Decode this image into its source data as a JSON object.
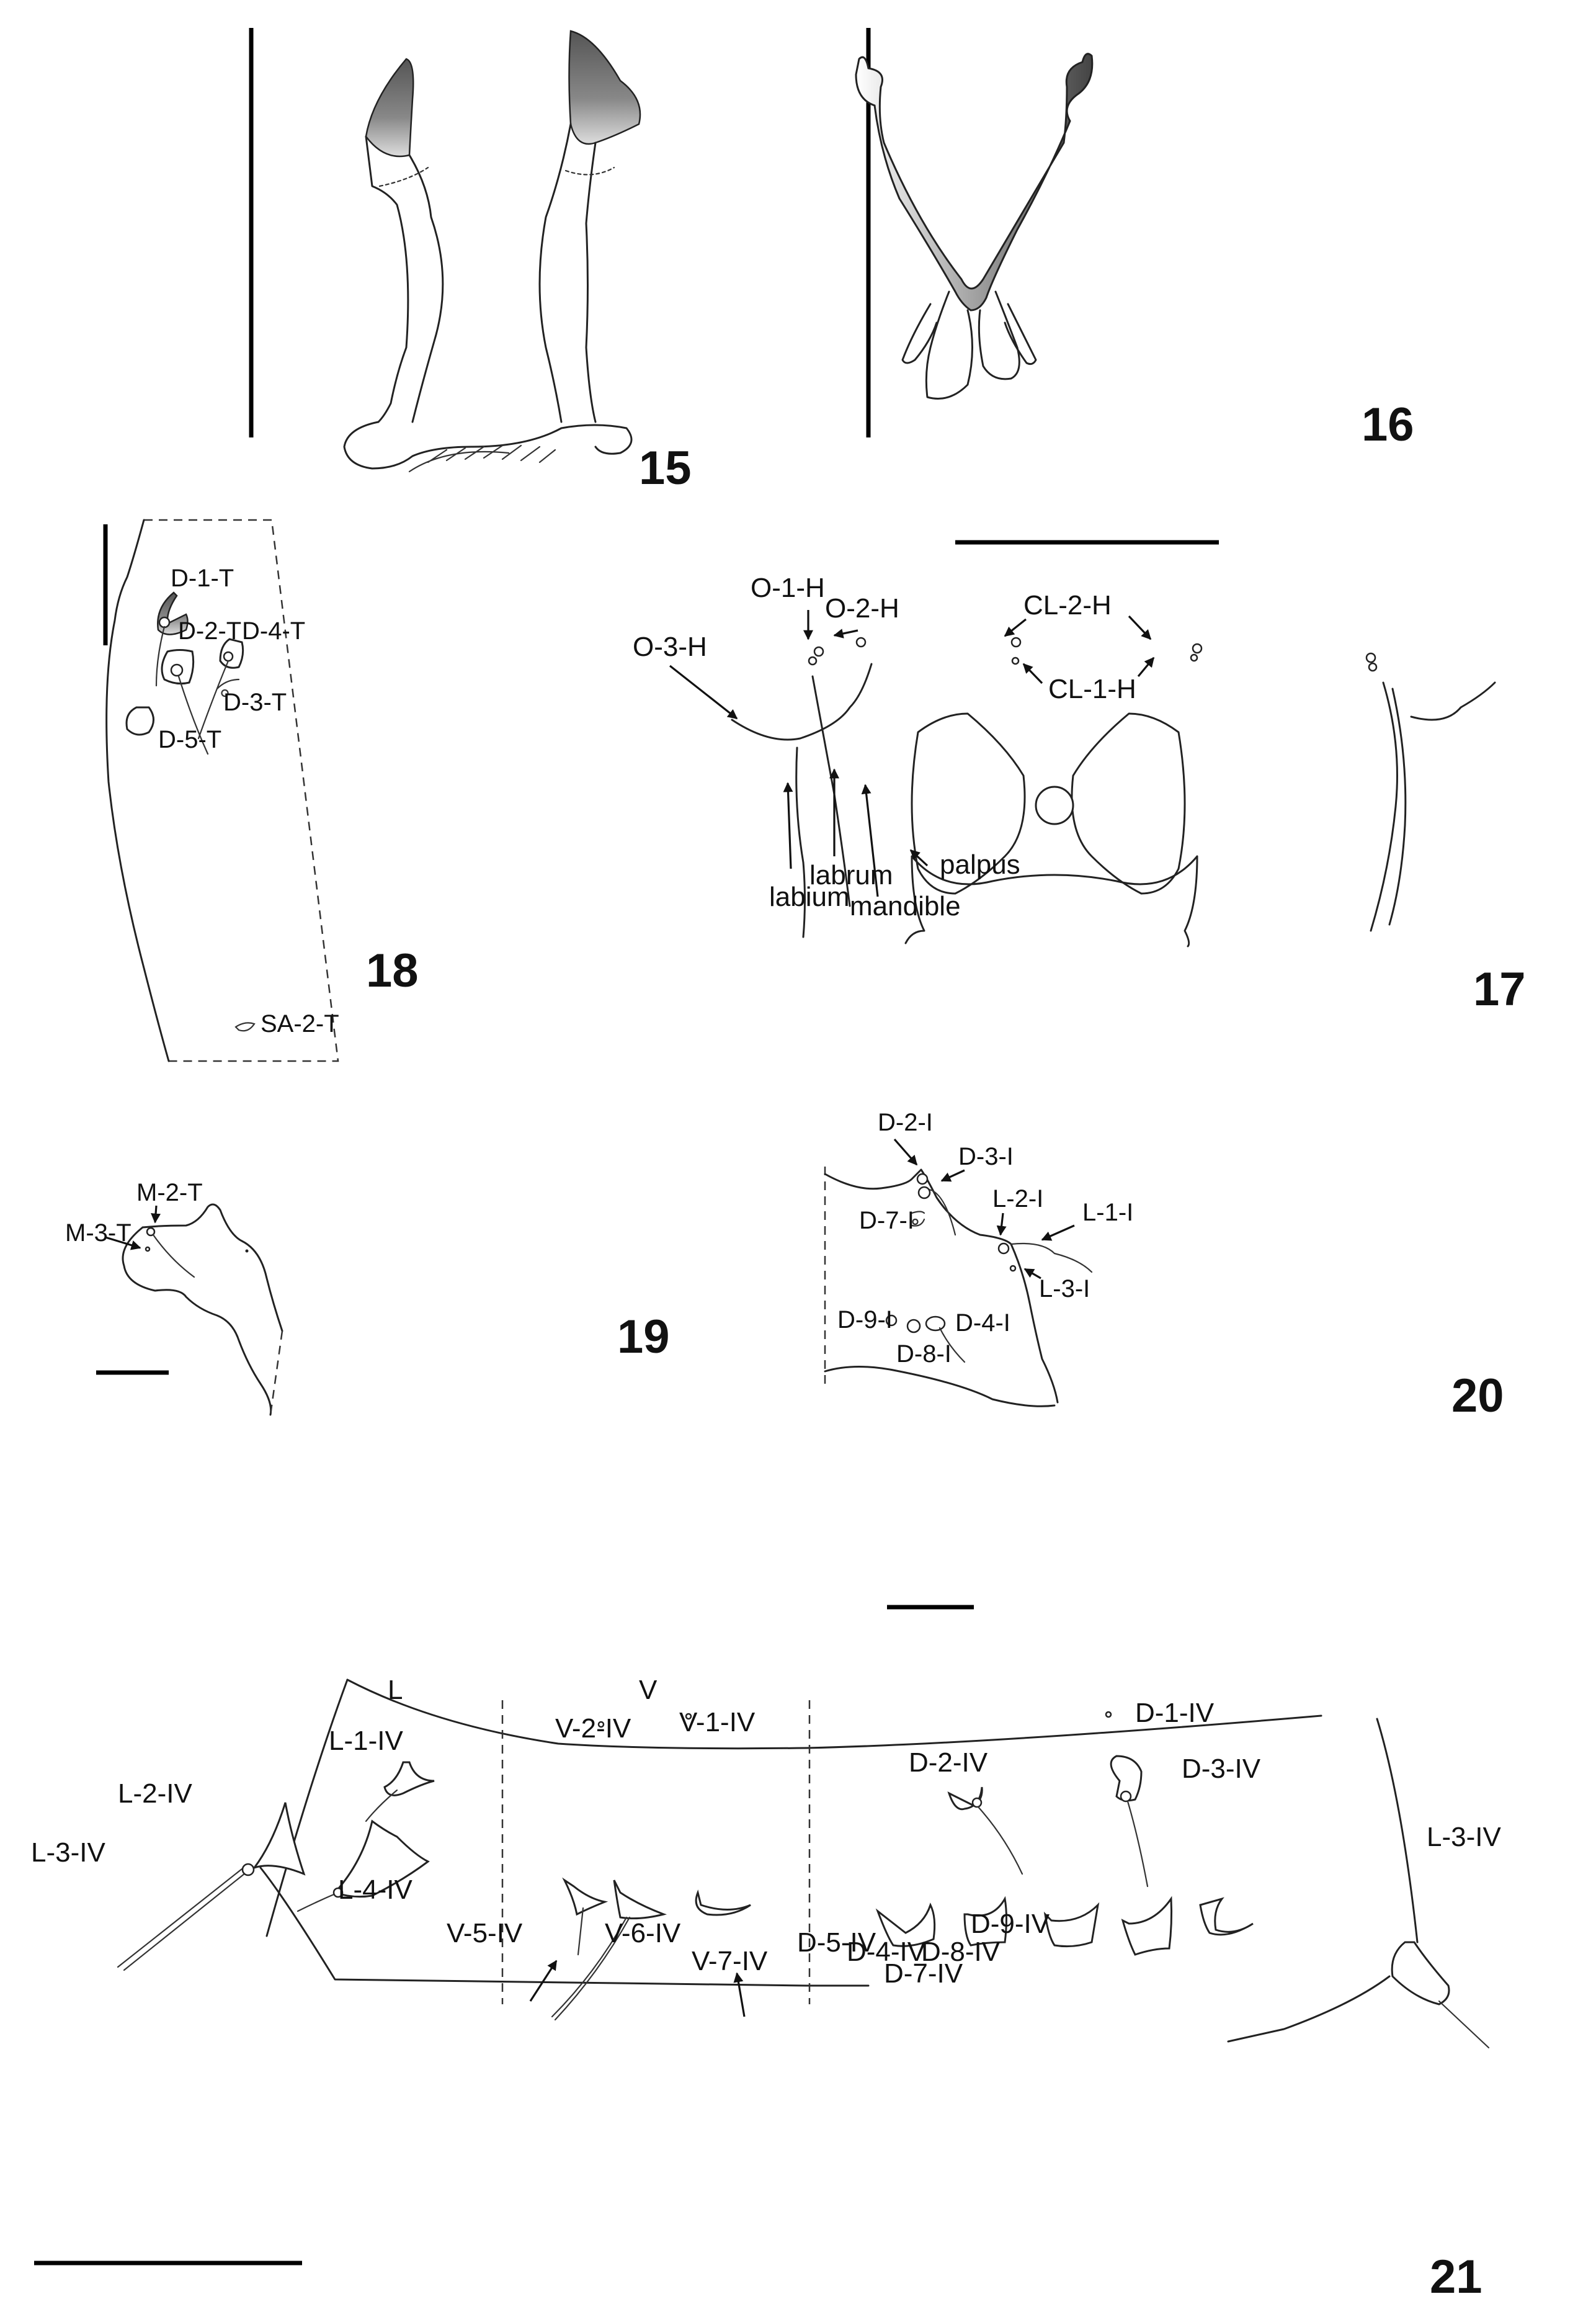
{
  "figures": {
    "fig15": {
      "number": "15"
    },
    "fig16": {
      "number": "16"
    },
    "fig17": {
      "number": "17",
      "labels": {
        "o1h": "O-1-H",
        "o2h": "O-2-H",
        "o3h": "O-3-H",
        "cl2h": "CL-2-H",
        "cl1h": "CL-1-H",
        "labrum": "labrum",
        "labium": "labium",
        "mandible": "mandible",
        "palpus": "palpus"
      }
    },
    "fig18": {
      "number": "18",
      "labels": {
        "d1t": "D-1-T",
        "d2t": "D-2-T",
        "d3t": "D-3-T",
        "d4t": "D-4-T",
        "d5t": "D-5-T",
        "sa2t": "SA-2-T"
      }
    },
    "fig19": {
      "number": "19",
      "labels": {
        "m2t": "M-2-T",
        "m3t": "M-3-T"
      }
    },
    "fig20": {
      "number": "20",
      "labels": {
        "d2i": "D-2-I",
        "d3i": "D-3-I",
        "d7i": "D-7-I",
        "l2i": "L-2-I",
        "l1i": "L-1-I",
        "l3i": "L-3-I",
        "d9i": "D-9-I",
        "d4i": "D-4-I",
        "d8i": "D-8-I"
      }
    },
    "fig21": {
      "number": "21",
      "regions": {
        "lateral": "L",
        "ventral": "V"
      },
      "labels": {
        "l1iv": "L-1-IV",
        "l2iv": "L-2-IV",
        "l3iv_left": "L-3-IV",
        "l4iv": "L-4-IV",
        "v1iv": "V-1-IV",
        "v2iv": "V-2-IV",
        "v5iv": "V-5-IV",
        "v6iv": "V-6-IV",
        "v7iv": "V-7-IV",
        "d1iv": "D-1-IV",
        "d2iv": "D-2-IV",
        "d3iv": "D-3-IV",
        "d4iv": "D-4-IV",
        "d5iv": "D-5-IV",
        "d7iv": "D-7-IV",
        "d8iv": "D-8-IV",
        "d9iv": "D-9-IV",
        "l3iv_right": "L-3-IV"
      }
    }
  }
}
